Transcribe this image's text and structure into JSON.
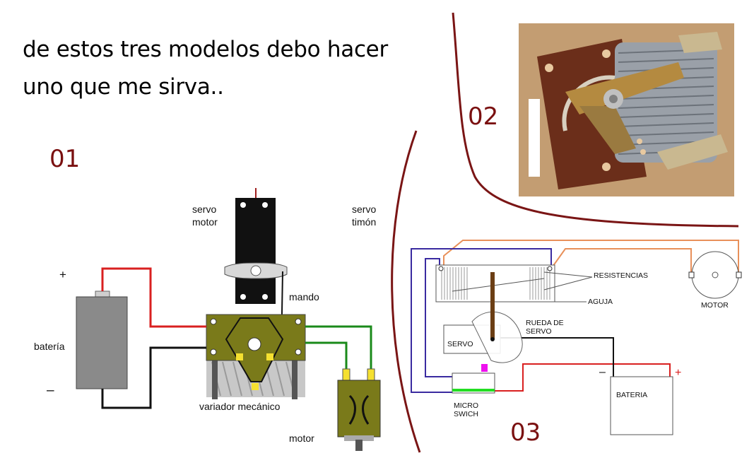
{
  "headline": {
    "line1": "de estos tres modelos debo hacer",
    "line2": "uno que me sirva.."
  },
  "sections": {
    "model1": "01",
    "model2": "02",
    "model3": "03"
  },
  "diagram1": {
    "servo_motor": [
      "servo",
      "motor"
    ],
    "servo_timon": [
      "servo",
      "timón"
    ],
    "mando": "mando",
    "bateria": "batería",
    "plus": "+",
    "minus": "–",
    "variador": "variador mecánico",
    "motor": "motor"
  },
  "diagram3": {
    "resistencias": "RESISTENCIAS",
    "aguja": "AGUJA",
    "motor": "MOTOR",
    "rueda": [
      "RUEDA DE",
      "SERVO"
    ],
    "servo": "SERVO",
    "micro": [
      "MICRO",
      "SWICH"
    ],
    "bateria": "BATERIA",
    "minus": "–",
    "plus": "+"
  },
  "colors": {
    "divider": "#7a1515",
    "wire_red": "#d92020",
    "wire_black": "#111111",
    "wire_green": "#1a8a1a",
    "wire_blue": "#3a2ba0",
    "wire_orange": "#e8905a",
    "olive": "#7a7a1a",
    "battery_gray": "#8a8a8a"
  }
}
